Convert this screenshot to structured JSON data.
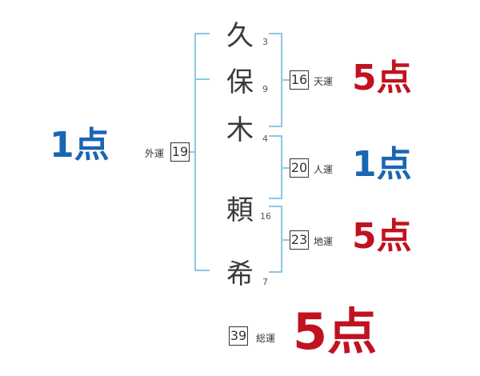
{
  "name_chars": [
    {
      "char": "久",
      "strokes": "3"
    },
    {
      "char": "保",
      "strokes": "9"
    },
    {
      "char": "木",
      "strokes": "4"
    },
    {
      "char": "頼",
      "strokes": "16"
    },
    {
      "char": "希",
      "strokes": "7"
    }
  ],
  "gaiun": {
    "value": "19",
    "label": "外運",
    "score": "1点"
  },
  "tenun": {
    "value": "16",
    "label": "天運",
    "score": "5点"
  },
  "jinun": {
    "value": "20",
    "label": "人運",
    "score": "1点"
  },
  "chiun": {
    "value": "23",
    "label": "地運",
    "score": "5点"
  },
  "souun": {
    "value": "39",
    "label": "総運",
    "score": "5点"
  },
  "colors": {
    "bracket": "#8cc7e6",
    "good": "#c1121f",
    "poor": "#1a66b3"
  }
}
